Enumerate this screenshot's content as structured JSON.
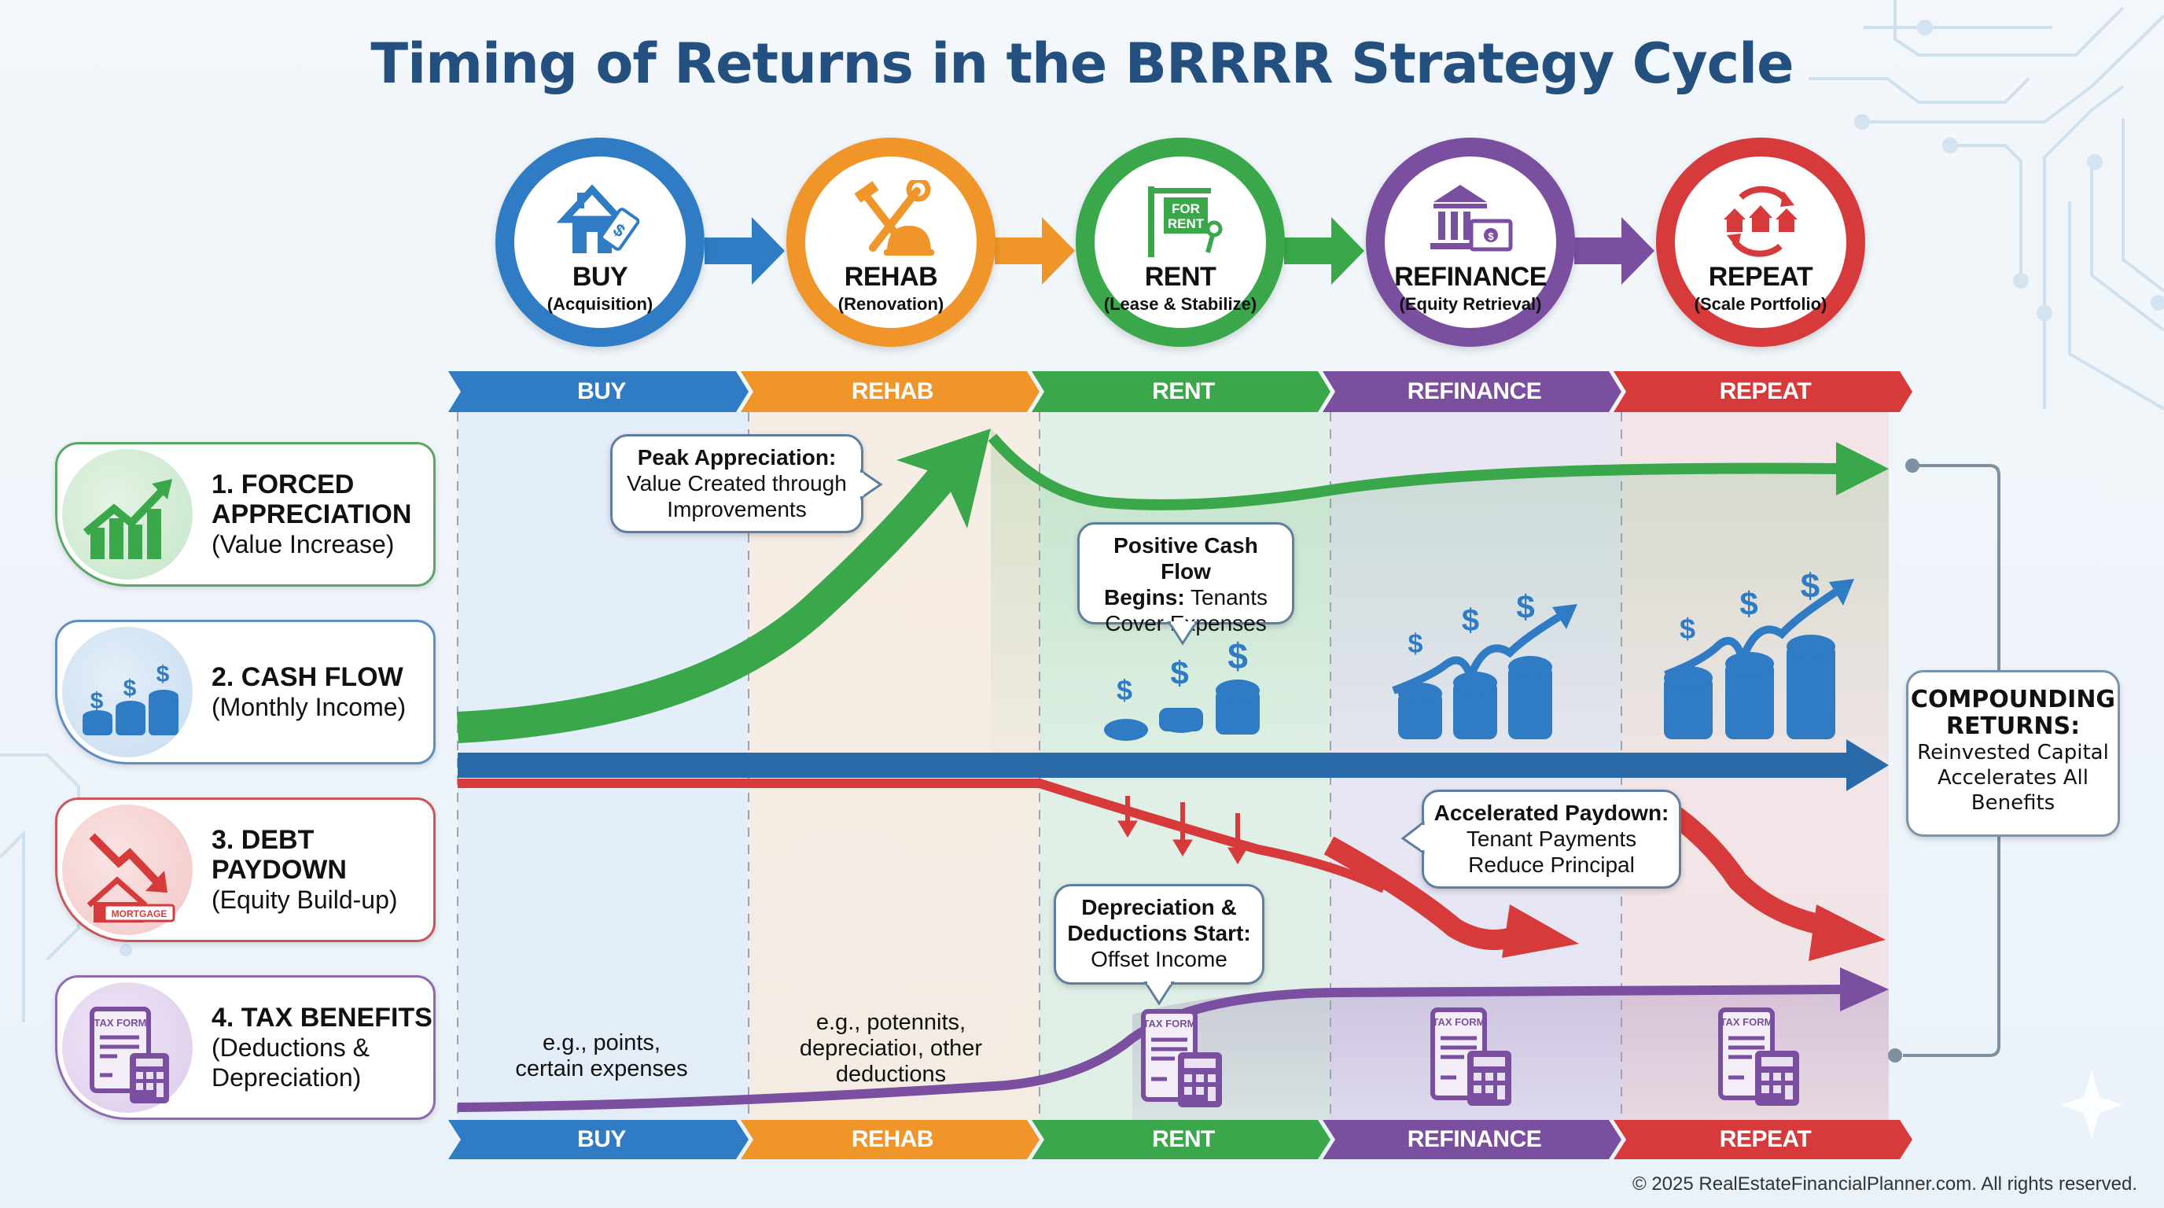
{
  "title": "Timing of Returns in the BRRRR Strategy Cycle",
  "colors": {
    "buy": "#2f7bc4",
    "rehab": "#f0952a",
    "rent": "#3aa84a",
    "refinance": "#7a4fa0",
    "repeat": "#d63a3a",
    "title": "#24507f",
    "cashflow": "#2b6aa8"
  },
  "stages": [
    {
      "id": "buy",
      "name": "BUY",
      "sub": "(Acquisition)",
      "icon": "house-price-tag-icon",
      "chevron": "BUY"
    },
    {
      "id": "rehab",
      "name": "REHAB",
      "sub": "(Renovation)",
      "icon": "hammer-wrench-hardhat-icon",
      "chevron": "REHAB"
    },
    {
      "id": "rent",
      "name": "RENT",
      "sub": "(Lease & Stabilize)",
      "icon": "for-rent-sign-icon",
      "chevron": "RENT",
      "sign_text_1": "FOR",
      "sign_text_2": "RENT"
    },
    {
      "id": "refinance",
      "name": "REFINANCE",
      "sub": "(Equity Retrieval)",
      "icon": "bank-cash-icon",
      "chevron": "REFINANCE"
    },
    {
      "id": "repeat",
      "name": "REPEAT",
      "sub": "(Scale Portfolio)",
      "icon": "houses-cycle-icon",
      "chevron": "REPEAT"
    }
  ],
  "bottom_chevrons": [
    "BUY",
    "REHAB",
    "RENT",
    "REFINANCE",
    "REPEAT"
  ],
  "benefits": [
    {
      "title_1": "1. FORCED",
      "title_2": "APPRECIATION",
      "sub_1": "(Value Increase)",
      "icon": "growth-chart-icon"
    },
    {
      "title_1": "2. CASH FLOW",
      "sub_1": "(Monthly Income)",
      "icon": "coin-stacks-icon"
    },
    {
      "title_1": "3. DEBT PAYDOWN",
      "sub_1": "(Equity Build-up)",
      "icon": "mortgage-down-icon",
      "badge": "MORTGAGE"
    },
    {
      "title_1": "4. TAX BENEFITS",
      "sub_1": "(Deductions &",
      "sub_2": "Depreciation)",
      "icon": "tax-form-icon"
    }
  ],
  "callouts": {
    "peak": {
      "bold": "Peak Appreciation:",
      "line2": "Value Created through",
      "line3": "Improvements"
    },
    "cashflow": {
      "bold1": "Positive Cash Flow",
      "bold2": "Begins:",
      "rest2": " Tenants",
      "line3": "Cover Expenses"
    },
    "paydown": {
      "bold": "Accelerated Paydown:",
      "line2": "Tenant Payments",
      "line3": "Reduce Principal"
    },
    "depreciation": {
      "bold1": "Depreciation &",
      "bold2": "Deductions Start:",
      "line3": "Offset Income"
    }
  },
  "tax_notes": {
    "buy": {
      "line1": "e.g., points,",
      "line2": "certain expenses"
    },
    "rehab": {
      "line1": "e.g., potennits,",
      "line2": "depreciatioı, other",
      "line3": "deductions"
    }
  },
  "tax_form_label": "TAX FORM",
  "compounding": {
    "heading_1": "COMPOUNDING",
    "heading_2": "RETURNS:",
    "body_1": "Reinvested Capital",
    "body_2": "Accelerates All",
    "body_3": "Benefits"
  },
  "footer": "© 2025 RealEstateFinancialPlanner.com. All rights reserved."
}
